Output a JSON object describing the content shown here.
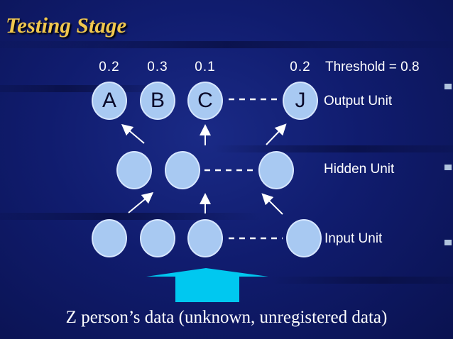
{
  "title": "Testing Stage",
  "output_values": {
    "a": "0.2",
    "b": "0.3",
    "c": "0.1",
    "j": "0.2"
  },
  "threshold": "Threshold = 0.8",
  "output_nodes": {
    "a": "A",
    "b": "B",
    "c": "C",
    "j": "J"
  },
  "labels": {
    "output": "Output Unit",
    "hidden": "Hidden Unit",
    "input": "Input Unit"
  },
  "caption": "Z person’s data (unknown, unregistered data)",
  "colors": {
    "background": "#101c6e",
    "title": "#f0c74e",
    "node": "#a8c9f2",
    "input_arrow": "#00c8f0",
    "text": "#ffffff"
  }
}
